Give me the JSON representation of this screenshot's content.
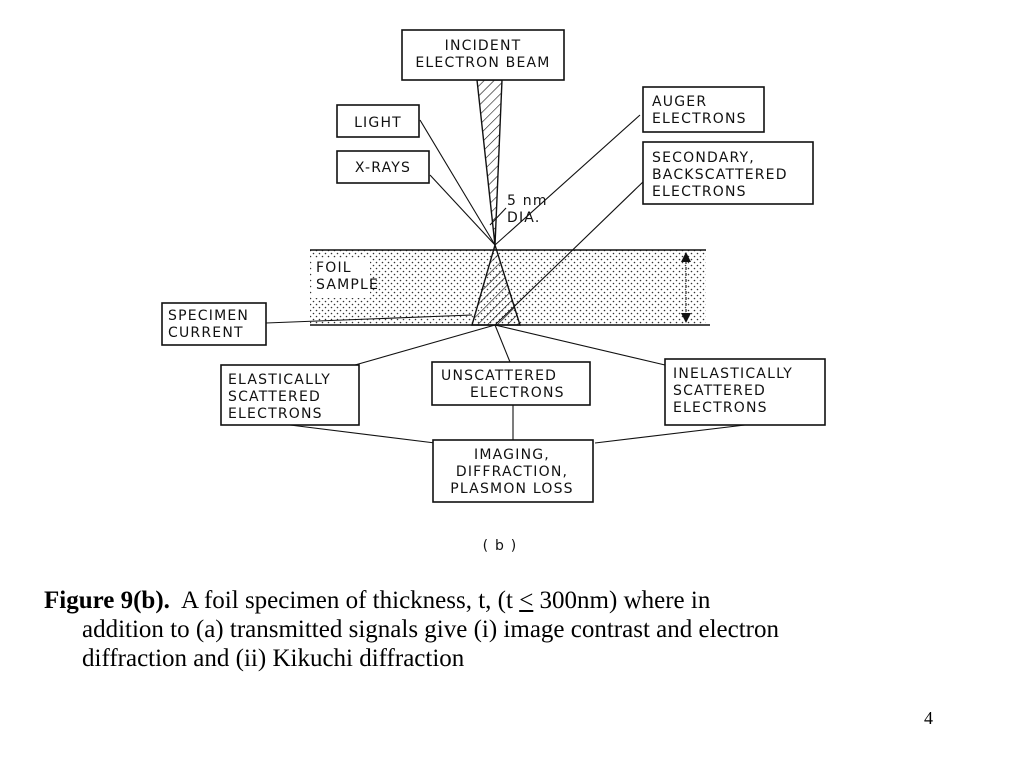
{
  "diagram": {
    "boxes": {
      "incident_beam": [
        "INCIDENT",
        "ELECTRON BEAM"
      ],
      "light": [
        "LIGHT"
      ],
      "xrays": [
        "X-RAYS"
      ],
      "auger": [
        "AUGER",
        "ELECTRONS"
      ],
      "secondary": [
        "SECONDARY,",
        "BACKSCATTERED",
        "ELECTRONS"
      ],
      "specimen_current": [
        "SPECIMEN",
        "CURRENT"
      ],
      "elastic": [
        "ELASTICALLY",
        "SCATTERED",
        "ELECTRONS"
      ],
      "unscattered": [
        "UNSCATTERED",
        "ELECTRONS"
      ],
      "inelastic": [
        "INELASTICALLY",
        "SCATTERED",
        "ELECTRONS"
      ],
      "imaging": [
        "IMAGING,",
        "DIFFRACTION,",
        "PLASMON LOSS"
      ]
    },
    "foil_label": [
      "FOIL",
      "SAMPLE"
    ],
    "probe_label": [
      "5 nm",
      "DIA."
    ],
    "subfigure_label": "( b )"
  },
  "caption": {
    "figure_label": "Figure 9(b).",
    "text_part1": "A foil specimen of thickness, t, (t ",
    "less_equal": "<",
    "text_part2": " 300nm) where in",
    "line2": "addition to (a) transmitted signals give (i) image contrast and electron",
    "line3": "diffraction and (ii) Kikuchi diffraction"
  },
  "page_number": "4"
}
